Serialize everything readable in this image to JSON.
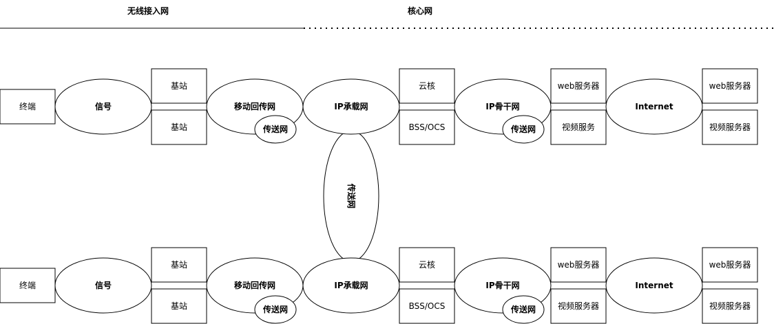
{
  "header": {
    "left_title": "无线接入网",
    "right_title": "核心网"
  },
  "rows": [
    {
      "terminal": "终端",
      "signal": "信号",
      "base_station_top": "基站",
      "base_station_bottom": "基站",
      "mobile_backhaul": "移动回传网",
      "transport_left": "传送网",
      "ip_bearer": "IP承载网",
      "cloud_core": "云核",
      "bss_ocs": "BSS/OCS",
      "ip_backbone": "IP骨干网",
      "transport_right": "传送网",
      "web_server_mid": "web服务器",
      "video_service_mid": "视频服务",
      "internet": "Internet",
      "web_server_right": "web服务器",
      "video_server_right": "视频服务器"
    },
    {
      "terminal": "终端",
      "signal": "信号",
      "base_station_top": "基站",
      "base_station_bottom": "基站",
      "mobile_backhaul": "移动回传网",
      "transport_left": "传送网",
      "ip_bearer": "IP承载网",
      "cloud_core": "云核",
      "bss_ocs": "BSS/OCS",
      "ip_backbone": "IP骨干网",
      "transport_right": "传送网",
      "web_server_mid": "web服务器",
      "video_service_mid": "视频服务器",
      "internet": "Internet",
      "web_server_right": "web服务器",
      "video_server_right": "视频服务器"
    }
  ],
  "vertical_link": {
    "label": "传送网"
  }
}
